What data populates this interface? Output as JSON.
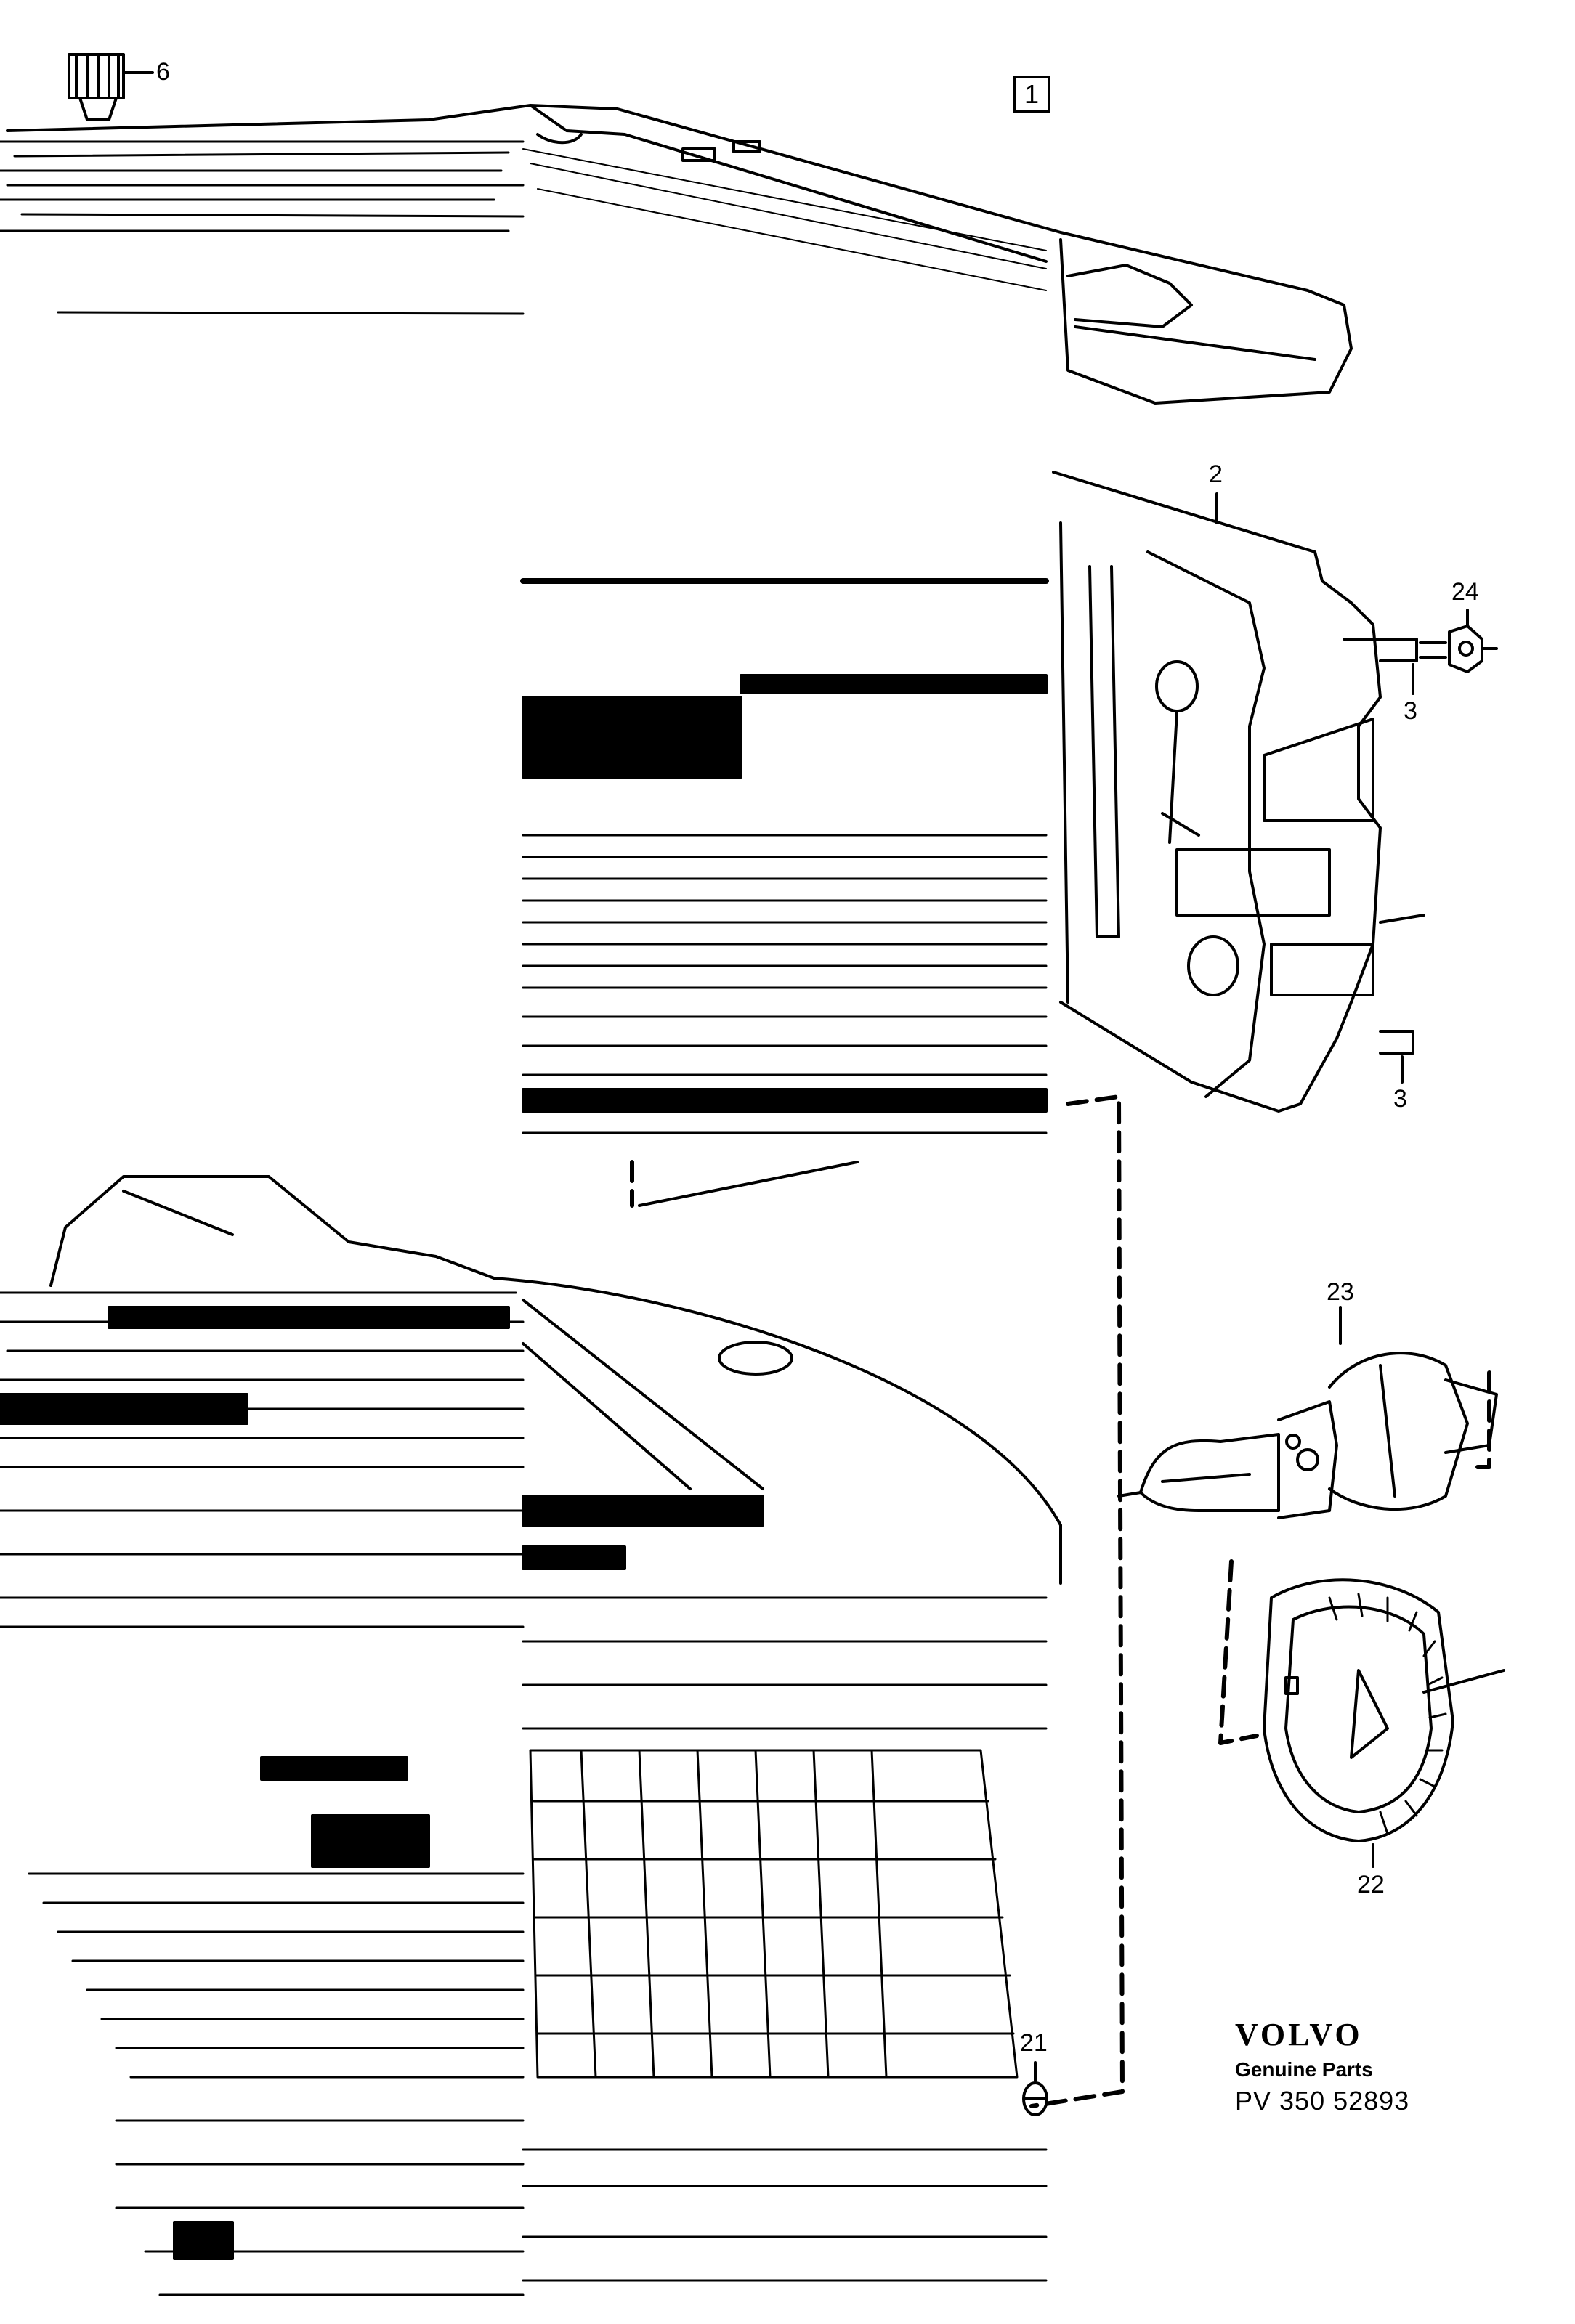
{
  "diagram": {
    "group_number": "1",
    "callouts": {
      "c6": "6",
      "c2": "2",
      "c24": "24",
      "c3a": "3",
      "c3b": "3",
      "c23": "23",
      "c22": "22",
      "c21": "21"
    }
  },
  "brand": {
    "logo": "VOLVO",
    "subtitle": "Genuine Parts",
    "reference": "PV 350  52893"
  },
  "colors": {
    "line": "#000000",
    "background": "#ffffff"
  }
}
